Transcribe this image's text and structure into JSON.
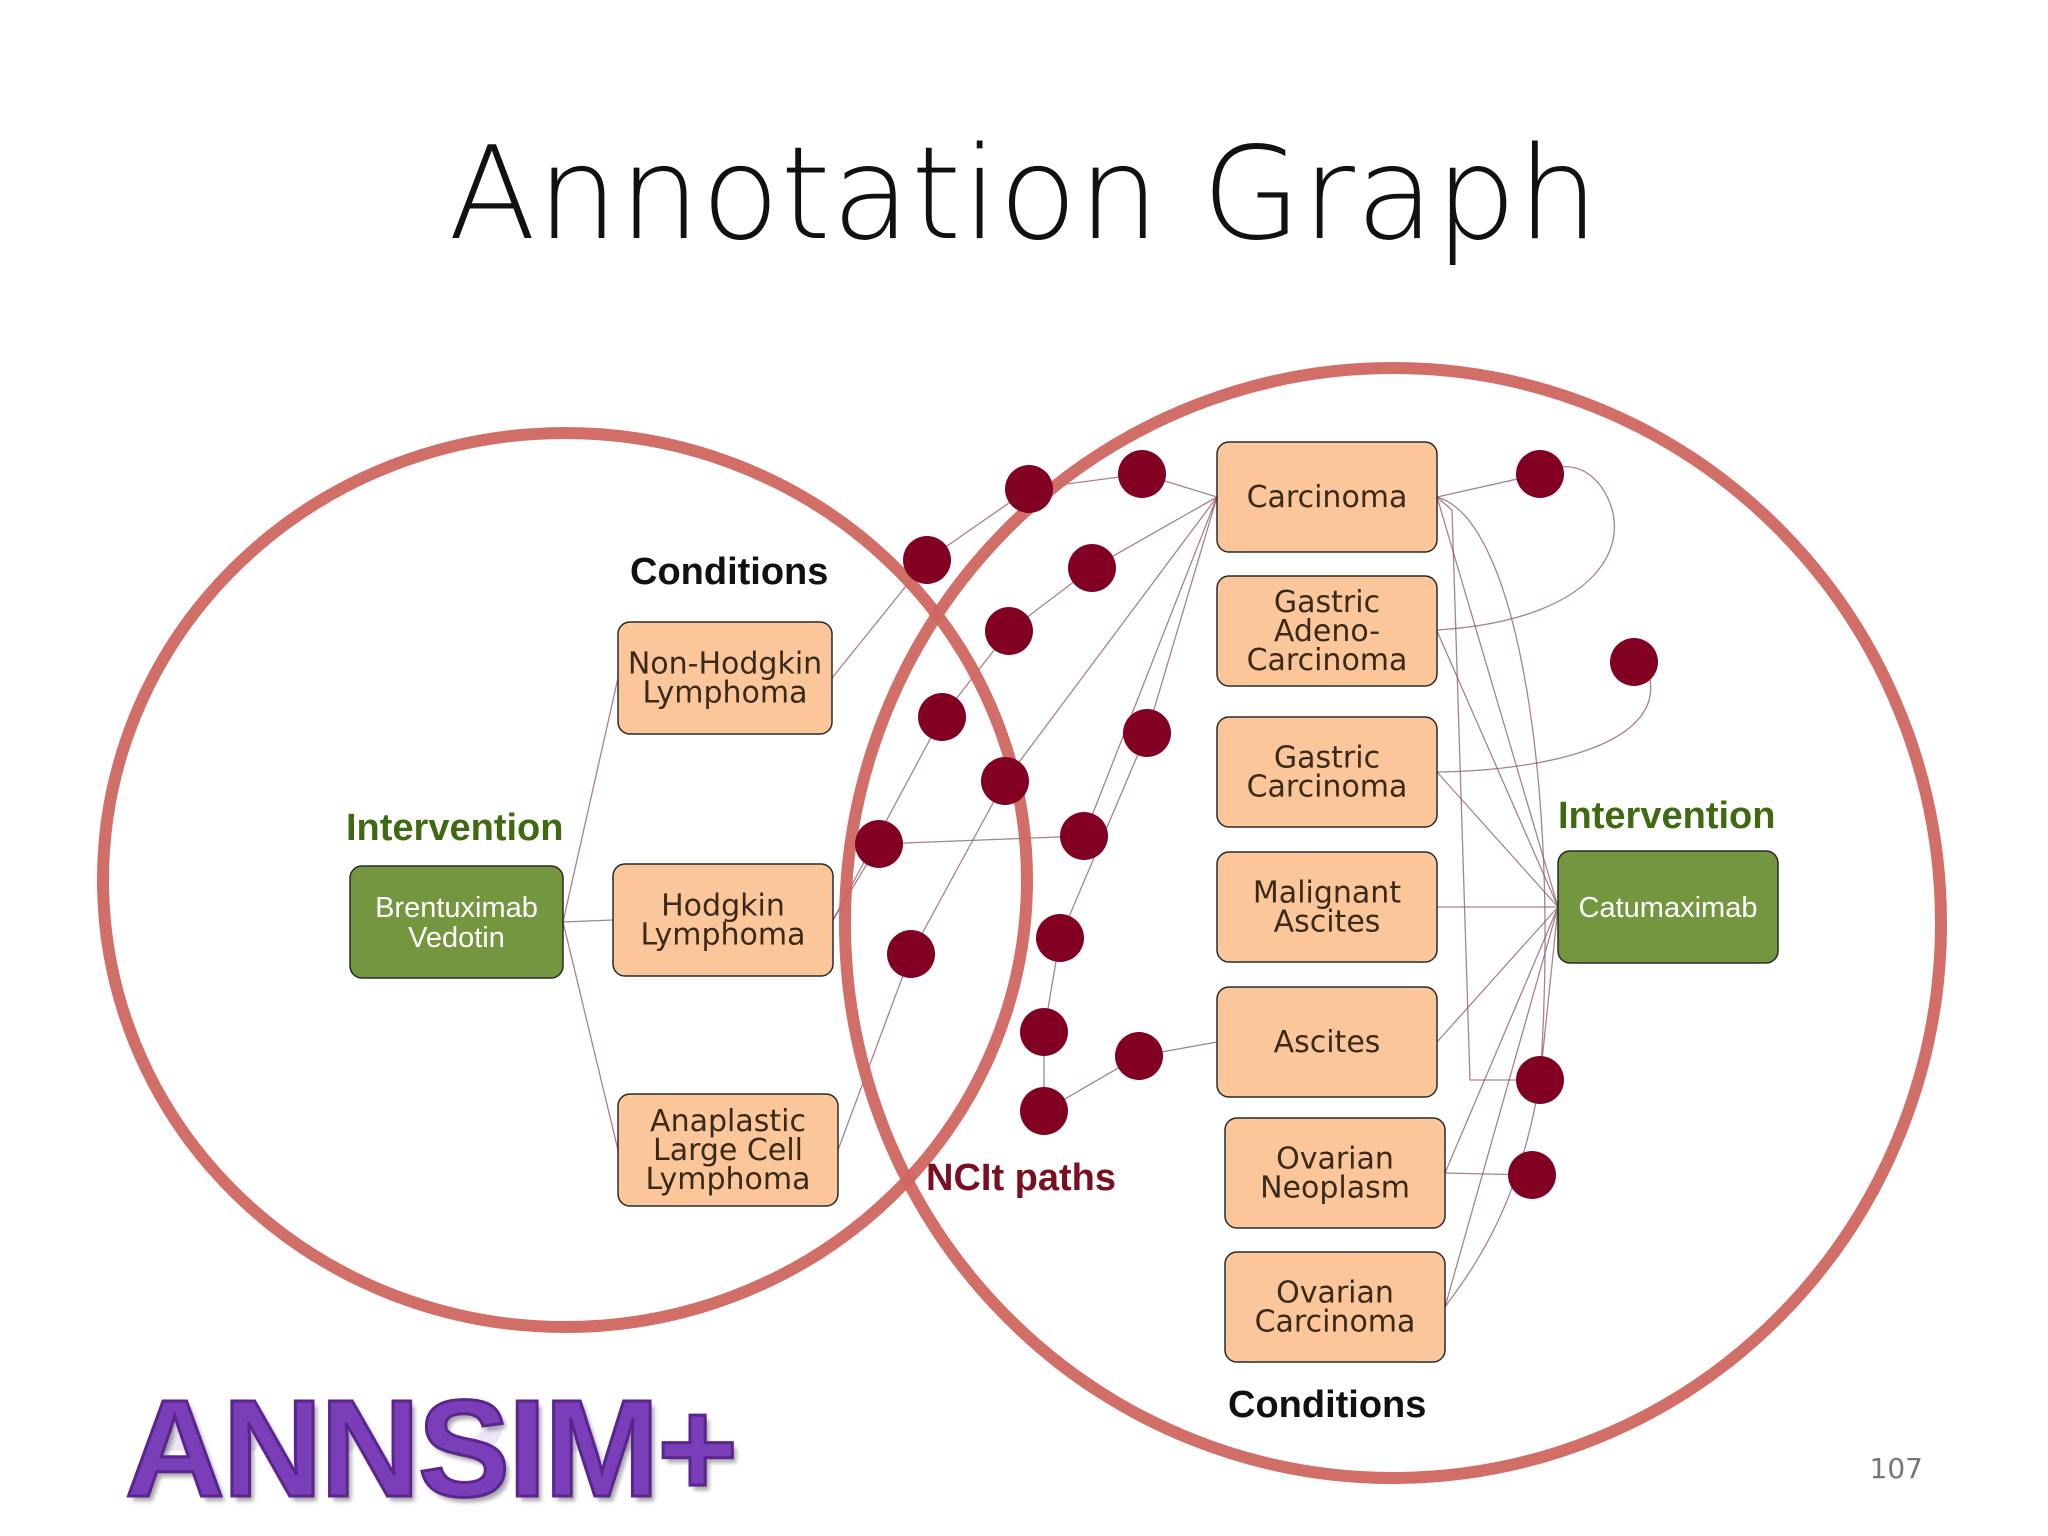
{
  "title": "Annotation Graph",
  "left_group": {
    "intervention_label": "Intervention",
    "conditions_label": "Conditions",
    "intervention": [
      "Brentuximab",
      "Vedotin"
    ],
    "conditions": [
      [
        "Non-Hodgkin",
        "Lymphoma"
      ],
      [
        "Hodgkin",
        "Lymphoma"
      ],
      [
        "Anaplastic",
        "Large Cell",
        "Lymphoma"
      ]
    ]
  },
  "right_group": {
    "intervention_label": "Intervention",
    "conditions_label": "Conditions",
    "intervention": [
      "Catumaximab"
    ],
    "conditions": [
      [
        "Carcinoma"
      ],
      [
        "Gastric",
        "Adeno-",
        "Carcinoma"
      ],
      [
        "Gastric",
        "Carcinoma"
      ],
      [
        "Malignant",
        "Ascites"
      ],
      [
        "Ascites"
      ],
      [
        "Ovarian",
        "Neoplasm"
      ],
      [
        "Ovarian",
        "Carcinoma"
      ]
    ]
  },
  "paths_label": "NCIt paths",
  "brand": "ANNSIM+",
  "page_number": "107",
  "colors": {
    "circle": "#cf6660",
    "condition_fill": "#fbc69a",
    "intervention_fill": "#74963f",
    "intervention_label": "#3f6a12",
    "path_node": "#820021",
    "edge": "#8a5a66"
  }
}
